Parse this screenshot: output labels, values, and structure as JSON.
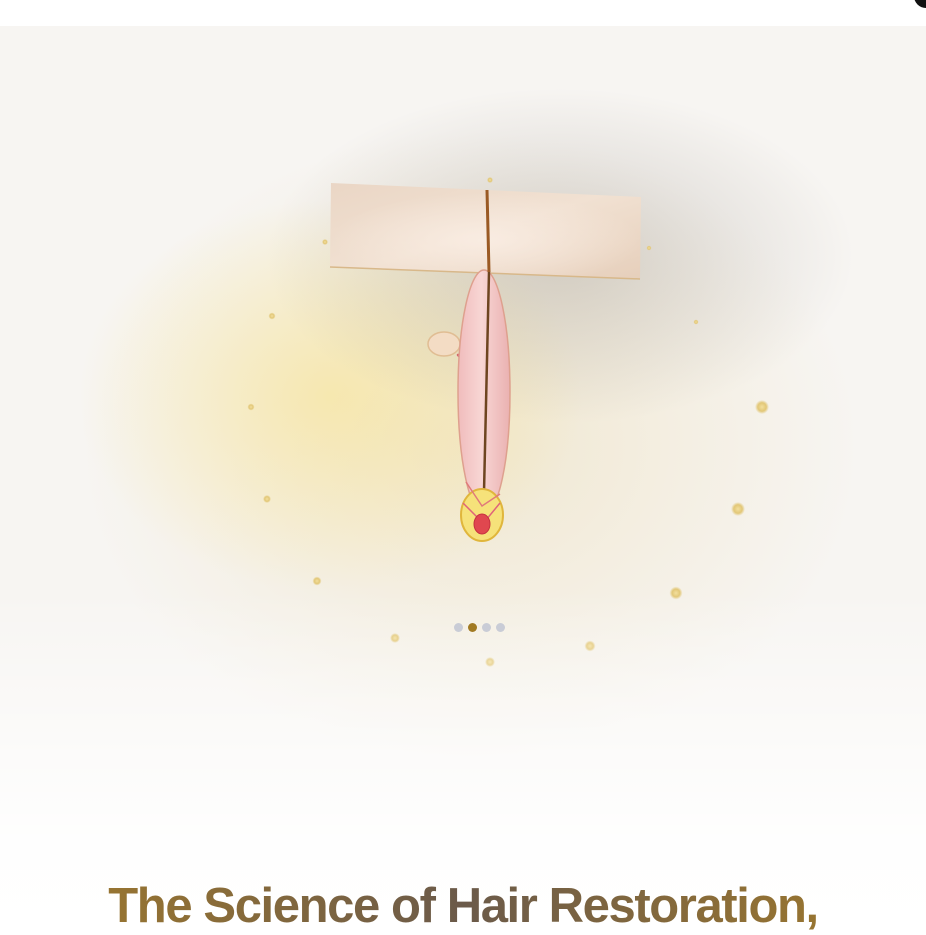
{
  "hero": {
    "headline": "The Science of Hair Restoration,"
  },
  "carousel": {
    "slide_count": 4,
    "active_index": 1
  },
  "colors": {
    "gold_accent": "#a17a23",
    "headline_gold": "#a47c2a",
    "headline_brown": "#6b5a4a",
    "skin": "#ecd9c8",
    "follicle_pink": "#f3c4c3",
    "bulb_yellow": "#f6e27a",
    "papilla_red": "#e0474f",
    "hair_shaft": "#7a4a1e",
    "inactive_dot": "#c9ccd6",
    "background": "#f7f5f2"
  },
  "icons": {
    "corner": "user-avatar-icon",
    "illustration": "hair-follicle-diagram"
  }
}
